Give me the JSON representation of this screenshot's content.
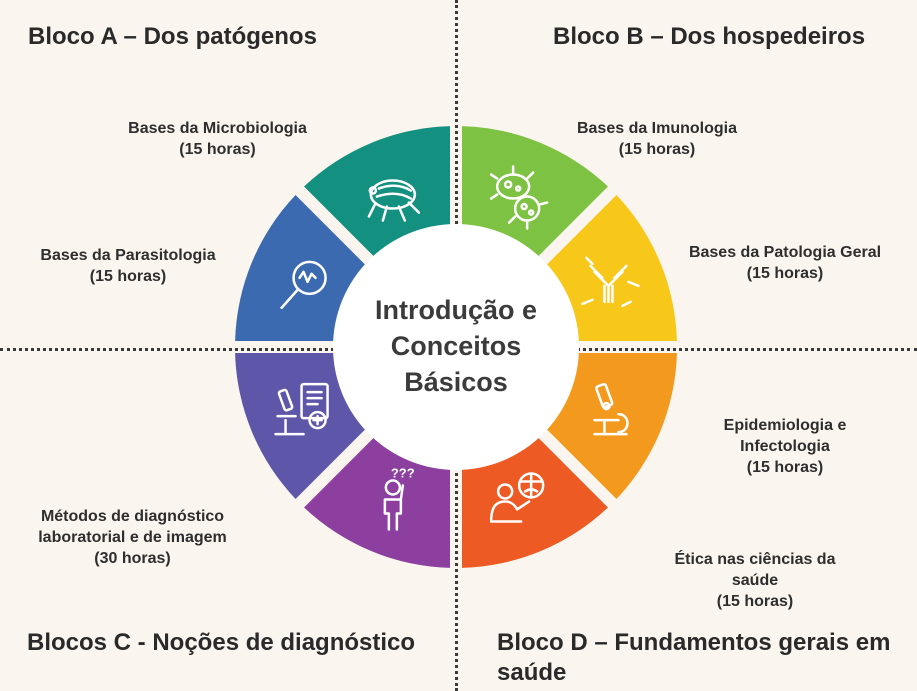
{
  "center": {
    "lines": [
      "Introdução e",
      "Conceitos",
      "Básicos"
    ]
  },
  "blocks": {
    "a": "Bloco A – Dos patógenos",
    "b": "Bloco B – Dos hospedeiros",
    "c": "Blocos C - Noções de diagnóstico",
    "d_line1": "Bloco D – Fundamentos gerais em",
    "d_line2": "saúde"
  },
  "segments": [
    {
      "id": "microbiologia",
      "color": "#7dc242",
      "icon": "bacteria-icon",
      "label": [
        "Bases da Microbiologia",
        "(15 horas)"
      ]
    },
    {
      "id": "imunologia",
      "color": "#f7c719",
      "icon": "antibody-icon",
      "label": [
        "Bases da Imunologia",
        "(15 horas)"
      ]
    },
    {
      "id": "patologia",
      "color": "#f39a1e",
      "icon": "microscope-icon",
      "label": [
        "Bases da Patologia Geral",
        "(15 horas)"
      ]
    },
    {
      "id": "epidemiologia",
      "color": "#ee5a24",
      "icon": "person-globe-icon",
      "label": [
        "Epidemiologia e",
        "Infectologia",
        "(15 horas)"
      ]
    },
    {
      "id": "etica",
      "color": "#8d3fa0",
      "icon": "confused-person-icon",
      "label": [
        "Ética nas ciências da",
        "saúde",
        "(15 horas)"
      ]
    },
    {
      "id": "diagnostico-lab",
      "color": "#5e56a8",
      "icon": "microscope-document-icon",
      "label": [
        "Métodos de diagnóstico",
        "laboratorial e de imagem",
        "(30 horas)"
      ]
    },
    {
      "id": "diagnostico-imagem",
      "color": "#3c6ab0",
      "icon": "magnifier-icon",
      "label": []
    },
    {
      "id": "parasitologia",
      "color": "#13907f",
      "icon": "flea-icon",
      "label": [
        "Bases da Parasitologia",
        "(15 horas)"
      ]
    }
  ]
}
